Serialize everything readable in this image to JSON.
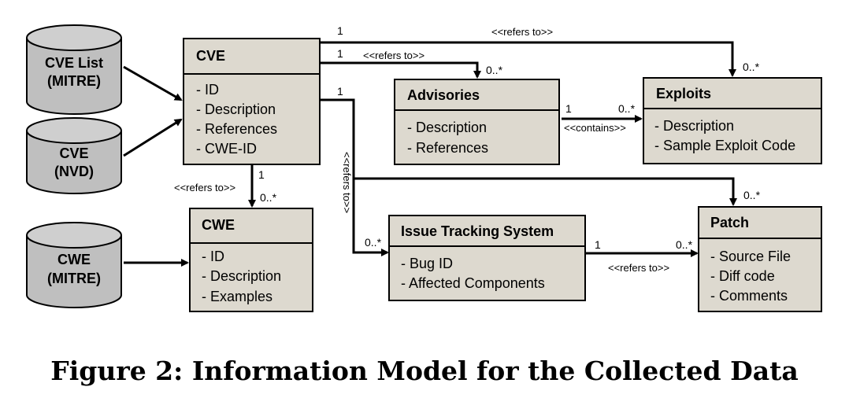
{
  "boxes": {
    "cve": {
      "title": "CVE",
      "attrs": [
        "- ID",
        "- Description",
        "- References",
        "- CWE-ID"
      ]
    },
    "cwe": {
      "title": "CWE",
      "attrs": [
        "- ID",
        "- Description",
        "- Examples"
      ]
    },
    "advisories": {
      "title": "Advisories",
      "attrs": [
        "- Description",
        "- References"
      ]
    },
    "exploits": {
      "title": "Exploits",
      "attrs": [
        "- Description",
        "- Sample Exploit Code"
      ]
    },
    "issue_tracking": {
      "title": "Issue Tracking System",
      "attrs": [
        "- Bug ID",
        "- Affected Components"
      ]
    },
    "patch": {
      "title": "Patch",
      "attrs": [
        "- Source File",
        "- Diff code",
        "- Comments"
      ]
    }
  },
  "sources": {
    "cve_list": [
      "CVE List",
      "(MITRE)"
    ],
    "cve_nvd": [
      "CVE",
      "(NVD)"
    ],
    "cwe_mitre": [
      "CWE",
      "(MITRE)"
    ]
  },
  "edges": {
    "cve_exploits": {
      "label": "<<refers to>>",
      "from_mult": "1",
      "to_mult": "0..*"
    },
    "cve_advisories": {
      "label": "<<refers to>>",
      "from_mult": "1",
      "to_mult": "0..*"
    },
    "advisories_exploits": {
      "label": "<<contains>>",
      "from_mult": "1",
      "to_mult": "0..*"
    },
    "cve_cwe": {
      "label": "<<refers to>>",
      "from_mult": "1",
      "to_mult": "0..*"
    },
    "cve_issue": {
      "label": "<<refers to>>",
      "from_mult": "1",
      "to_mult": "0..*"
    },
    "cve_patch": {
      "to_mult": "0..*"
    },
    "issue_patch": {
      "label": "<<refers to>>",
      "from_mult": "1",
      "to_mult": "0..*"
    }
  },
  "caption": "Figure 2: Information Model for the Collected Data"
}
